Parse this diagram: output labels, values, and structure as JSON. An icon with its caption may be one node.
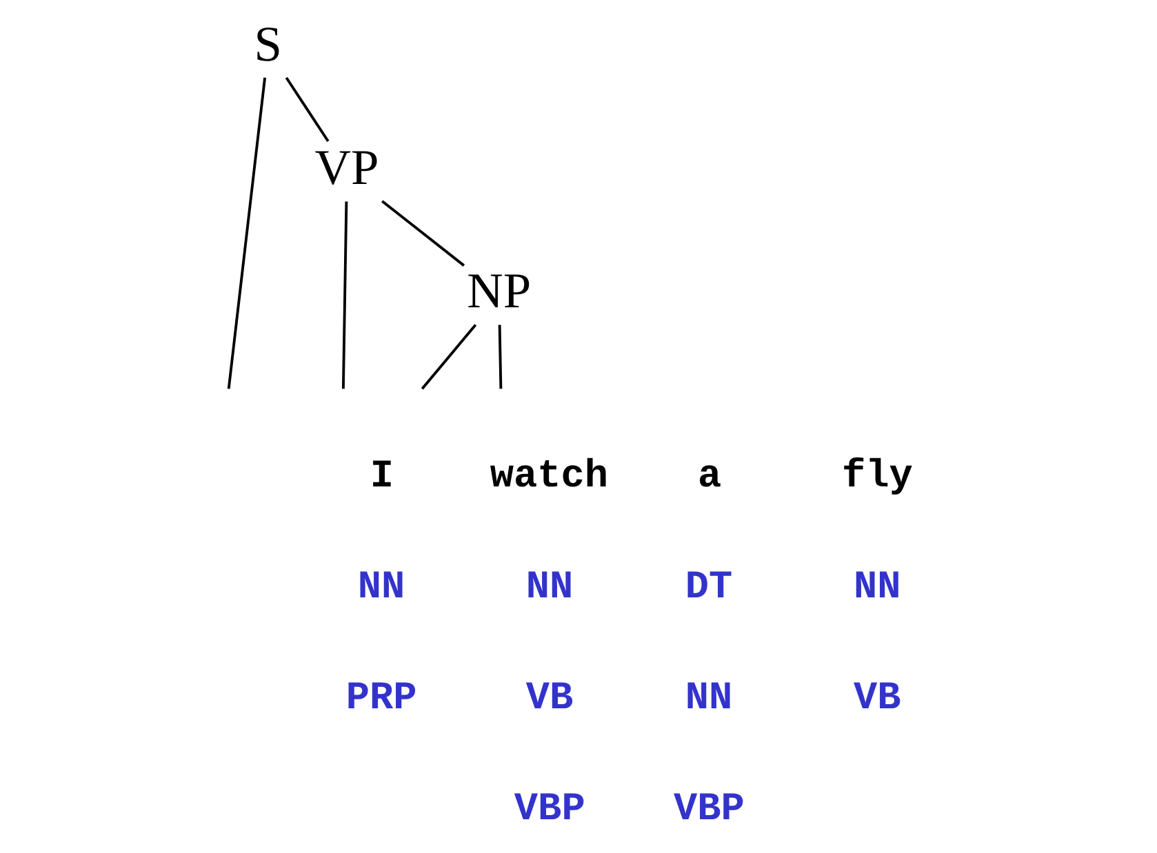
{
  "diagram": {
    "nodes": [
      {
        "text": [
          "S"
        ]
      },
      {
        "text": [
          "VP"
        ]
      },
      {
        "text": [
          "NP"
        ]
      }
    ],
    "edges": [
      {
        "from": 0,
        "to": null,
        "arrow": "none"
      },
      {
        "from": 0,
        "to": 1,
        "arrow": "none"
      },
      {
        "from": 1,
        "to": null,
        "arrow": "none"
      },
      {
        "from": 1,
        "to": 2,
        "arrow": "none"
      },
      {
        "from": 2,
        "to": null,
        "arrow": "none"
      },
      {
        "from": 2,
        "to": null,
        "arrow": "none"
      }
    ],
    "labels": [
      "I",
      "watch",
      "a",
      "fly",
      "NN",
      "NN",
      "DT",
      "NN",
      "PRP",
      "VB",
      "NN",
      "VB",
      "VBP",
      "VBP"
    ]
  }
}
